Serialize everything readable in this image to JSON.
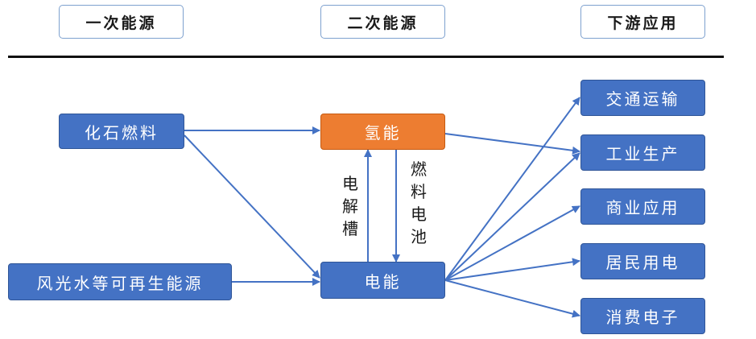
{
  "headers": {
    "primary": "一次能源",
    "secondary": "二次能源",
    "downstream": "下游应用"
  },
  "sources": {
    "fossil": "化石燃料",
    "renewable": "风光水等可再生能源"
  },
  "carriers": {
    "hydrogen": "氢能",
    "electricity": "电能"
  },
  "conversions": {
    "electrolyzer": "电解槽",
    "fuel_cell": "燃料电池"
  },
  "applications": [
    "交通运输",
    "工业生产",
    "商业应用",
    "居民用电",
    "消费电子"
  ],
  "colors": {
    "node_blue": "#4472c4",
    "node_orange": "#ed7d31",
    "arrow": "#4472c4",
    "header_border": "#7ea1cf"
  }
}
